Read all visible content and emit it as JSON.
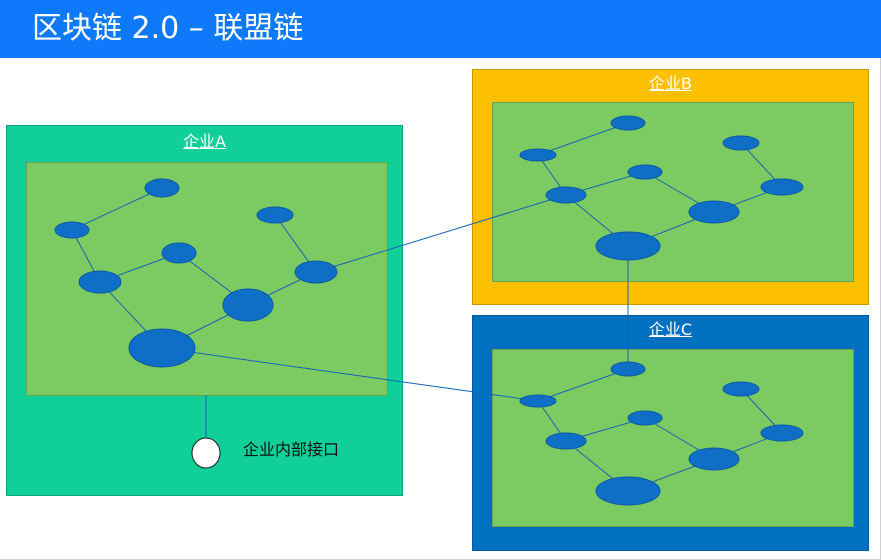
{
  "title": "区块链 2.0 – 联盟链",
  "orgs": {
    "a": {
      "label": "企业A"
    },
    "b": {
      "label": "企业B"
    },
    "c": {
      "label": "企业C"
    }
  },
  "interface_label": "企业内部接口",
  "colors": {
    "title_bar": "#0f79fb",
    "org_a_bg": "#11cf98",
    "org_b_bg": "#fdc000",
    "org_c_bg": "#0070c0",
    "inner_bg": "#7ccb62",
    "node_fill": "#0f6fc6",
    "link": "#1464b4",
    "interface_node": "#ffffff"
  }
}
